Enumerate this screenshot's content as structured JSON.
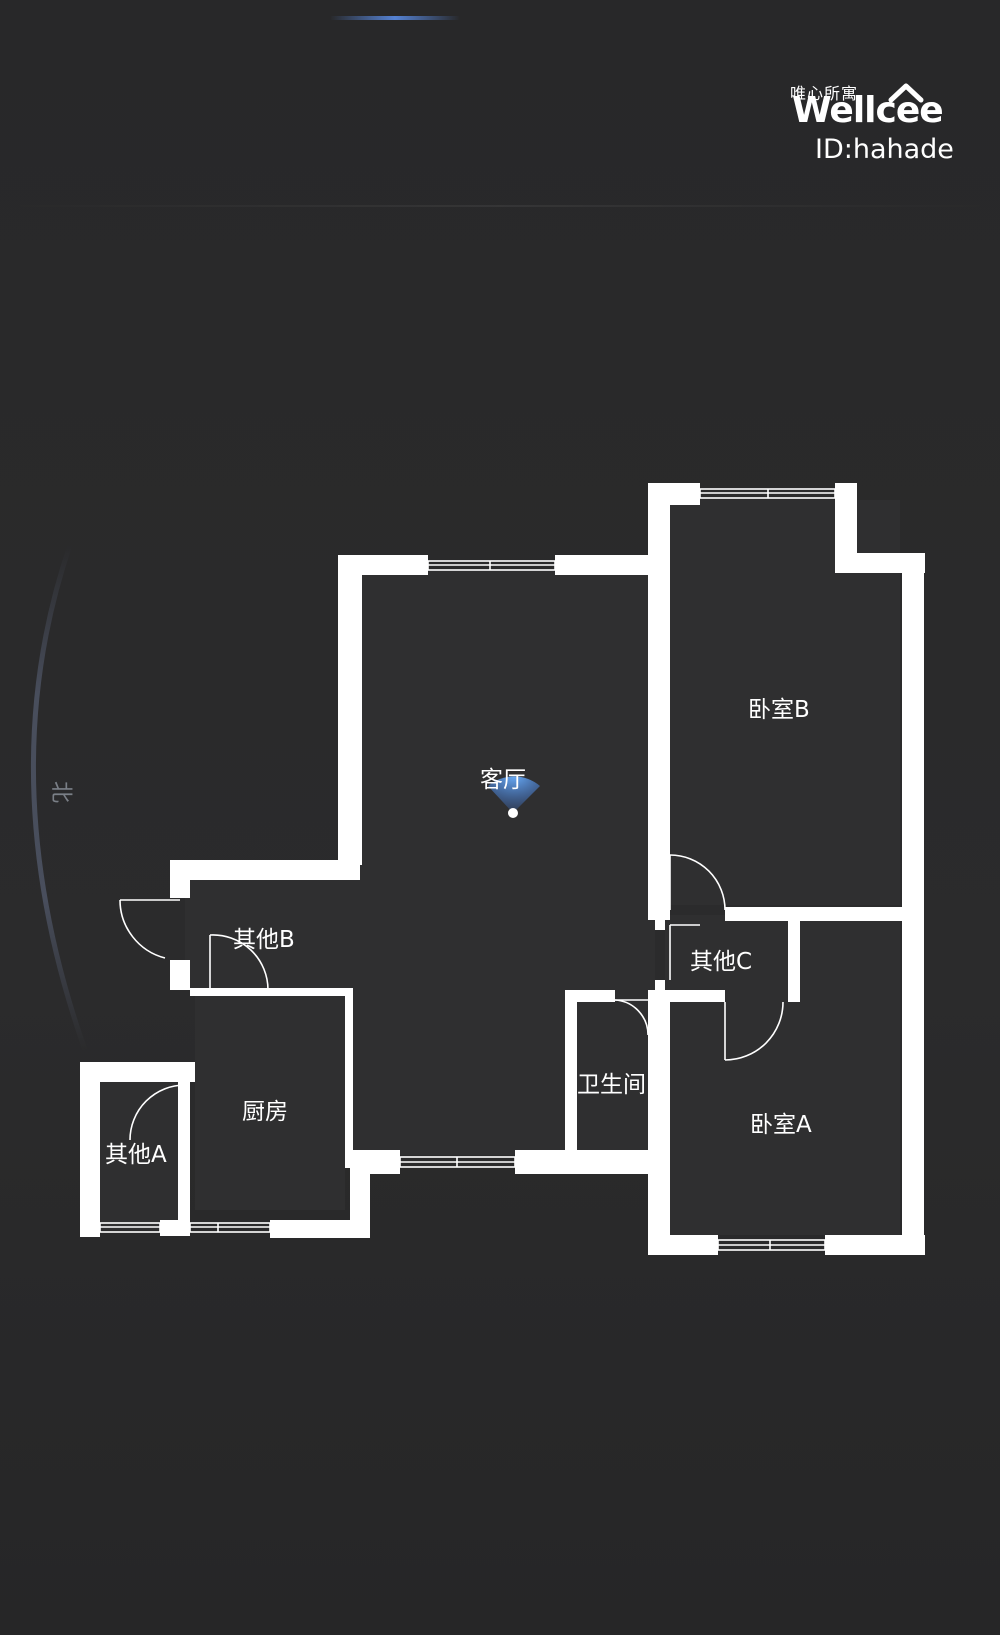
{
  "brand": {
    "name_cn": "唯心所寓",
    "logo_text": "Wellcee",
    "user_id": "ID:hahade"
  },
  "compass": {
    "direction_label": "北"
  },
  "rooms": {
    "living_room": "客厅",
    "bedroom_b": "卧室B",
    "bedroom_a": "卧室A",
    "other_a": "其他A",
    "other_b": "其他B",
    "other_c": "其他C",
    "kitchen": "厨房",
    "bathroom": "卫生间"
  },
  "colors": {
    "background": "#2a2a2b",
    "wall": "#ffffff",
    "floor": "#2f2f30",
    "camera_cone": "#4a8ff0"
  },
  "icons": {
    "camera_marker": "camera-view-icon",
    "logo_roof": "house-roof-icon"
  }
}
